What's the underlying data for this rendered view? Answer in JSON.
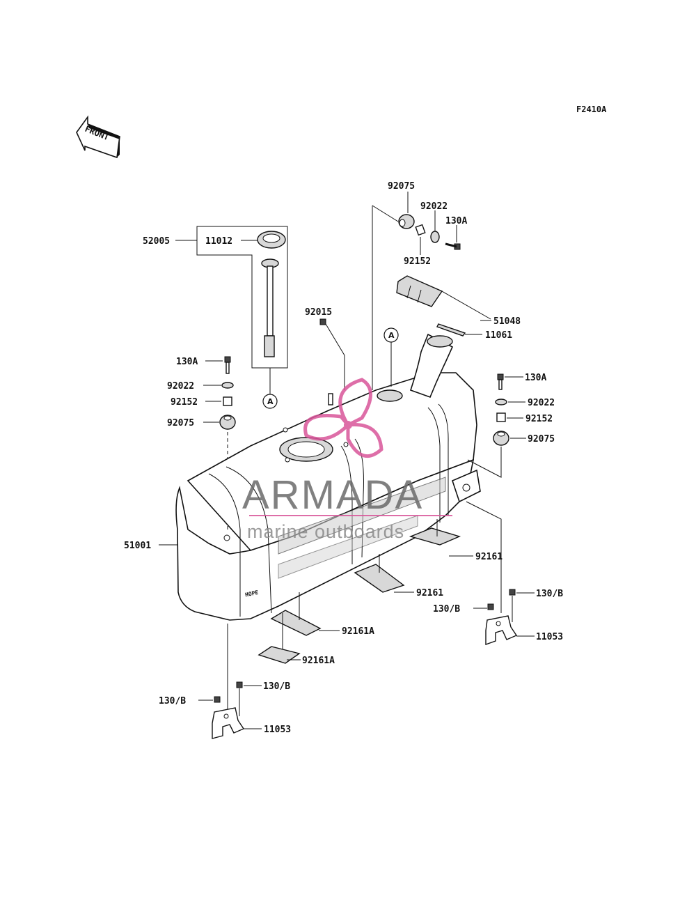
{
  "figure_id": "F2410A",
  "front_label": "FRONT",
  "watermark": {
    "brand": "ARMADA",
    "tagline": "marine outboards",
    "accent_color": "#d9559a",
    "text_color": "#6b6b6b"
  },
  "callouts": {
    "c52005": "52005",
    "c11012": "11012",
    "c130A_left": "130A",
    "c92022_left": "92022",
    "c92152_left": "92152",
    "c92075_left": "92075",
    "c51001": "51001",
    "c92015": "92015",
    "c92075_top": "92075",
    "c92022_top": "92022",
    "c130A_top": "130A",
    "c92152_top": "92152",
    "c51048": "51048",
    "c11061": "11061",
    "c130A_right": "130A",
    "c92022_right": "92022",
    "c92152_right": "92152",
    "c92075_right": "92075",
    "c92161_a": "92161",
    "c92161_b": "92161",
    "c92161A_a": "92161A",
    "c92161A_b": "92161A",
    "c130B_r1": "130/B",
    "c130B_r2": "130/B",
    "c11053_right": "11053",
    "c130B_l1": "130/B",
    "c130B_l2": "130/B",
    "c11053_left": "11053"
  },
  "reference_marks": {
    "a_gauge": "A",
    "a_tank": "A"
  },
  "tank_badge": "HOPE"
}
